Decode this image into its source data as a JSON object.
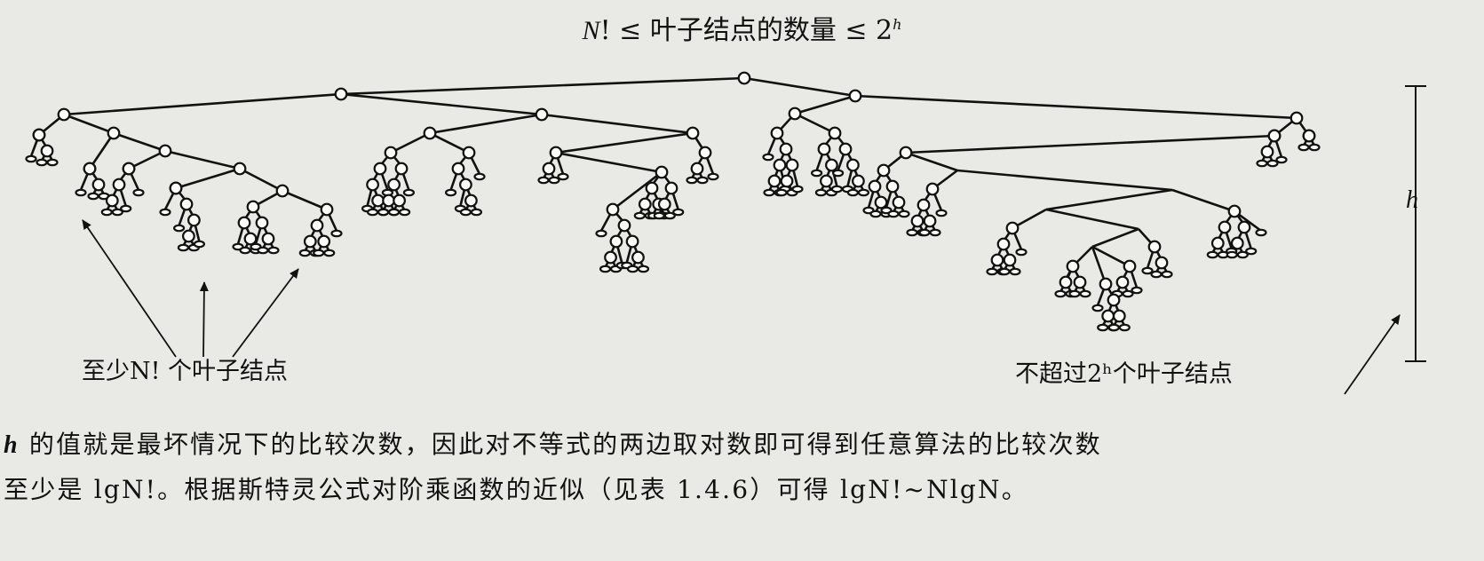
{
  "title": {
    "n": "N",
    "text": "! ≤ 叶子结点的数量 ≤ 2",
    "h_sup": "h"
  },
  "labels": {
    "left": "至少N! 个叶子结点",
    "right": "不超过2ʰ个叶子结点",
    "height": "h"
  },
  "paragraph": {
    "line1_var": "h",
    "line1": " 的值就是最坏情况下的比较次数，因此对不等式的两边取对数即可得到任意算法的比较次数",
    "line2": "至少是 lgN!。根据斯特灵公式对阶乘函数的近似（见表 1.4.6）可得 lgN!~NlgN。"
  }
}
